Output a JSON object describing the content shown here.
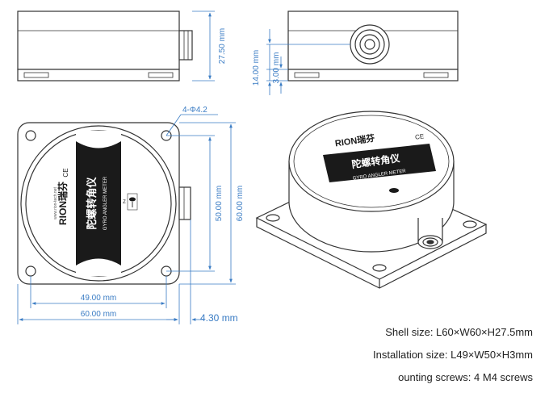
{
  "dimensions": {
    "height_side": "27.50 mm",
    "height_front": "14.00 mm",
    "thickness": "3.00 mm",
    "hole_spec": "4-Φ4.2",
    "hole_spacing_y": "50.00 mm",
    "width_y": "60.00 mm",
    "hole_spacing_x": "49.00 mm",
    "width_x": "60.00 mm",
    "connector_offset": "4.30 mm"
  },
  "label": {
    "brand": "RION瑞芬",
    "url": "www.rion-tech.net",
    "title_cn": "陀螺转角仪",
    "title_en": "GYRO ANGLER METER",
    "ce_mark": "CE",
    "axis_mark": "Z"
  },
  "specs": [
    "Shell size: L60×W60×H27.5mm",
    "Installation size: L49×W50×H3mm",
    "ounting screws: 4 M4 screws"
  ],
  "colors": {
    "dimension": "#3a7cc4",
    "outline": "#333333",
    "label_band": "#1a1a1a"
  }
}
